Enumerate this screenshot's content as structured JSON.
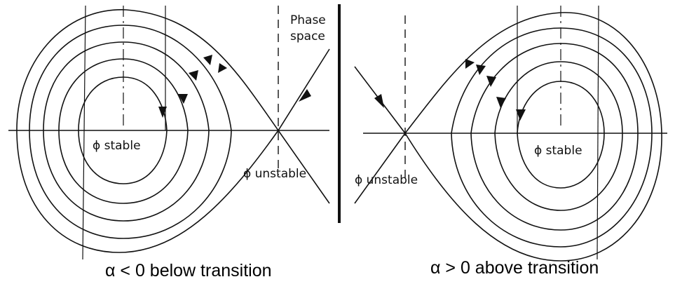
{
  "labels": {
    "phase_space_line1": "Phase",
    "phase_space_line2": "space",
    "left_stable": "ϕ stable",
    "left_unstable": "ϕ unstable",
    "right_stable": "ϕ stable",
    "right_unstable": "ϕ unstable"
  },
  "captions": {
    "left": "α < 0 below transition",
    "right": "α > 0 above transition"
  }
}
